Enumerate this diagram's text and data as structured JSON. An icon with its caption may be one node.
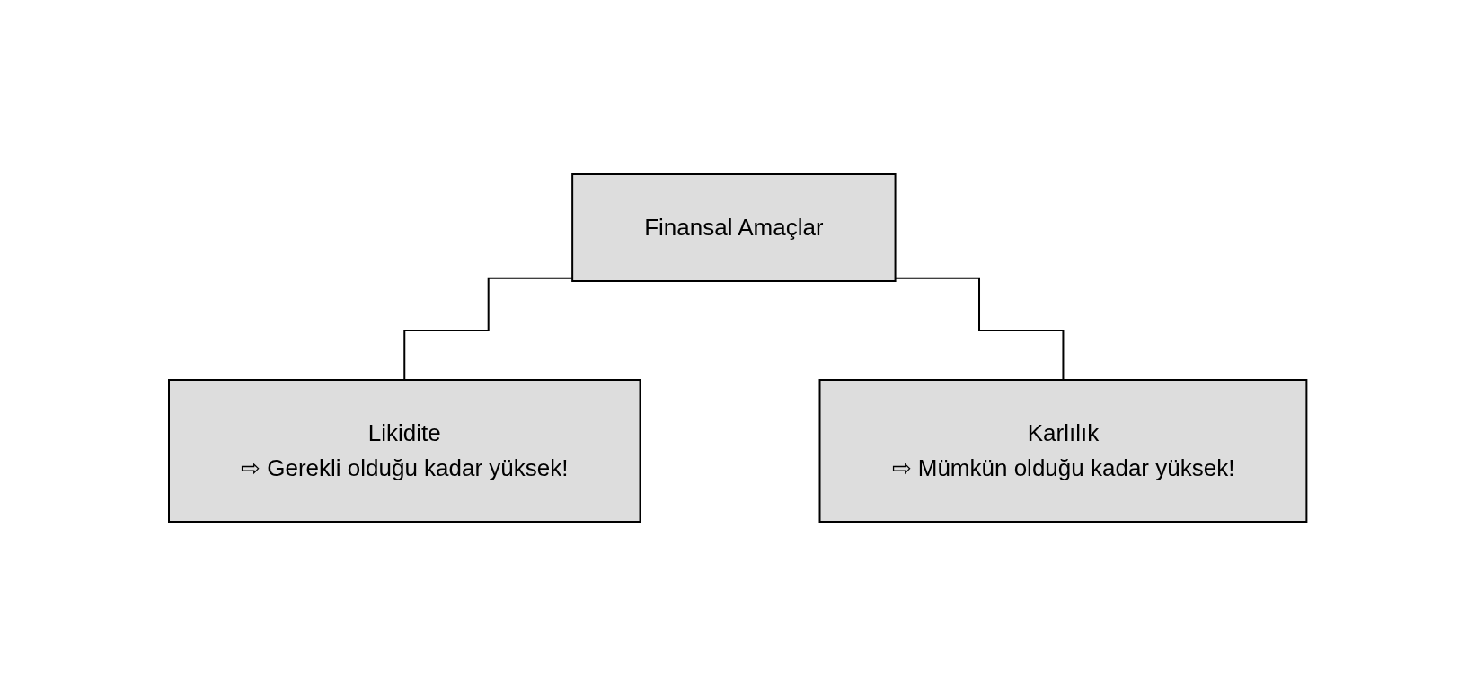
{
  "diagram": {
    "nodes": [
      {
        "text": [
          "Finansal Amaçlar"
        ]
      },
      {
        "text": [
          "Likidite",
          "⇨ Gerekli olduğu kadar yüksek!"
        ]
      },
      {
        "text": [
          "Karlılık",
          "⇨ Mümkün olduğu kadar yüksek!"
        ]
      }
    ],
    "edges": [
      {
        "from": 0,
        "to": 1,
        "arrow": "none"
      },
      {
        "from": 0,
        "to": 2,
        "arrow": "none"
      }
    ]
  }
}
